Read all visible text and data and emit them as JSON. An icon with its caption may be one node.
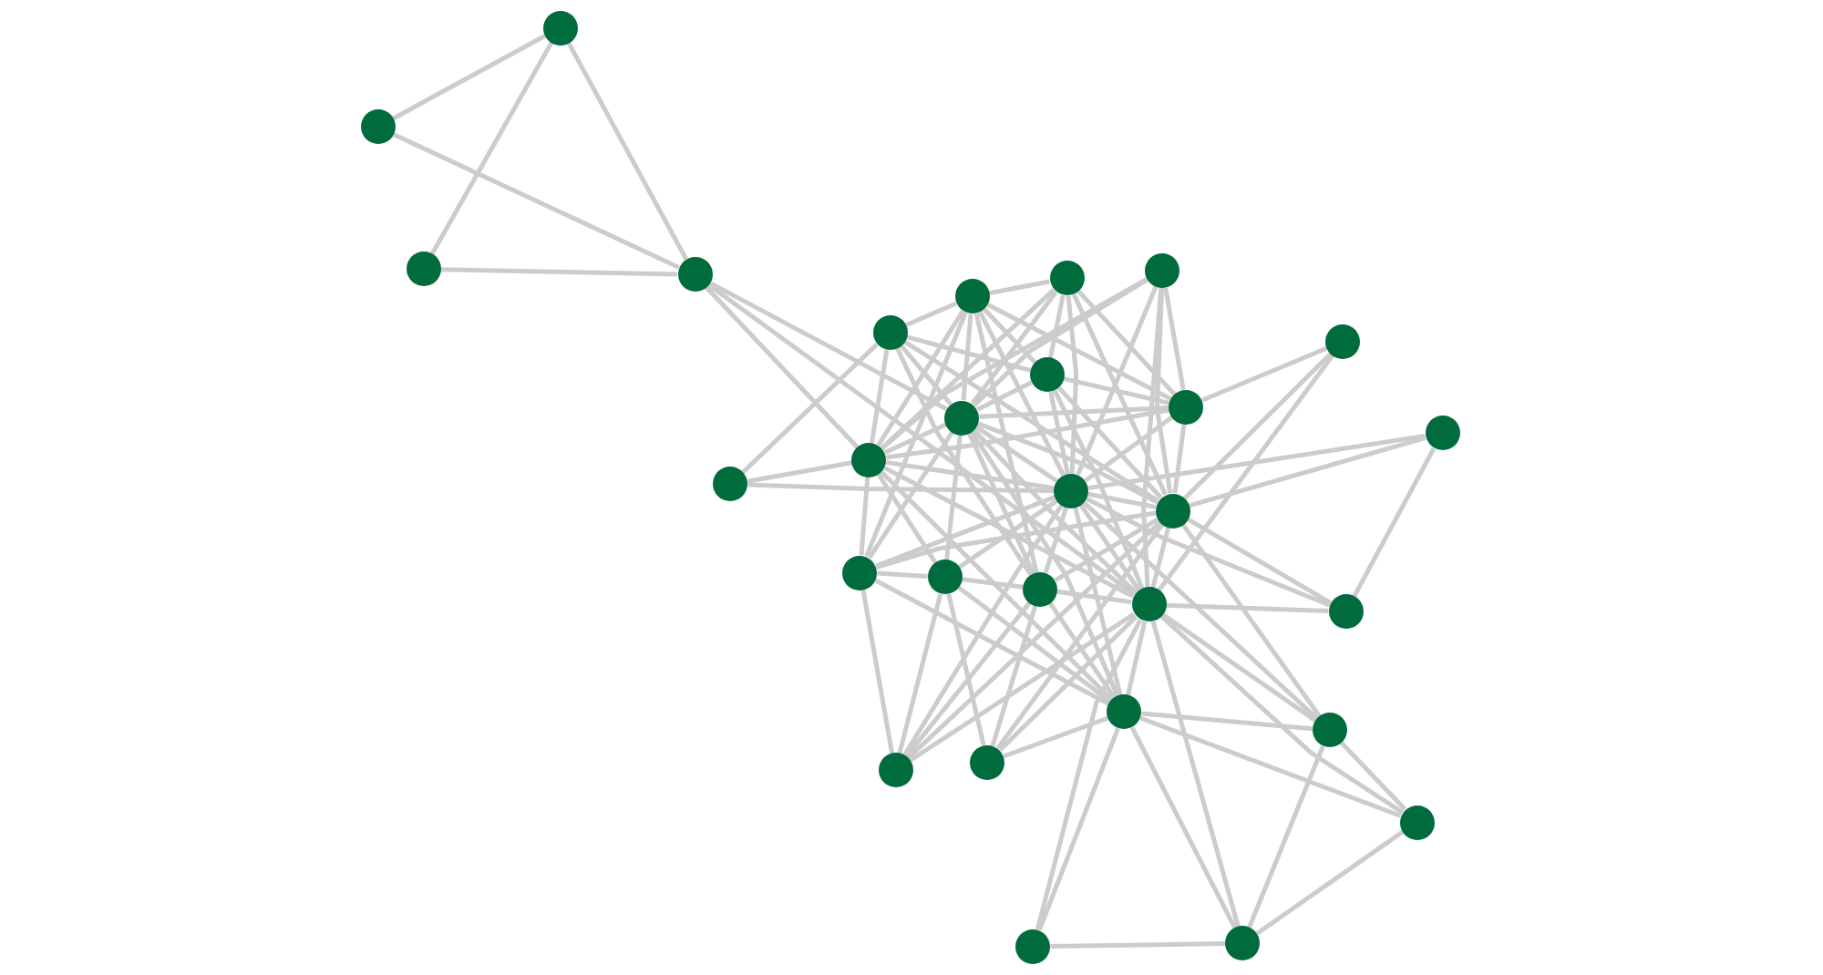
{
  "diagram": {
    "nodes": [
      {
        "text": [],
        "shape": "circle"
      },
      {
        "text": [],
        "shape": "circle"
      },
      {
        "text": [],
        "shape": "circle"
      },
      {
        "text": [],
        "shape": "circle"
      },
      {
        "text": [],
        "shape": "circle"
      },
      {
        "text": [],
        "shape": "circle"
      },
      {
        "text": [],
        "shape": "circle"
      },
      {
        "text": [],
        "shape": "circle"
      },
      {
        "text": [],
        "shape": "circle"
      },
      {
        "text": [],
        "shape": "circle"
      },
      {
        "text": [],
        "shape": "circle"
      },
      {
        "text": [],
        "shape": "circle"
      },
      {
        "text": [],
        "shape": "circle"
      },
      {
        "text": [],
        "shape": "circle"
      },
      {
        "text": [],
        "shape": "circle"
      },
      {
        "text": [],
        "shape": "circle"
      },
      {
        "text": [],
        "shape": "circle"
      },
      {
        "text": [],
        "shape": "circle"
      },
      {
        "text": [],
        "shape": "circle"
      },
      {
        "text": [],
        "shape": "circle"
      },
      {
        "text": [],
        "shape": "circle"
      },
      {
        "text": [],
        "shape": "circle"
      },
      {
        "text": [],
        "shape": "circle"
      },
      {
        "text": [],
        "shape": "circle"
      },
      {
        "text": [],
        "shape": "circle"
      },
      {
        "text": [],
        "shape": "circle"
      },
      {
        "text": [],
        "shape": "circle"
      },
      {
        "text": [],
        "shape": "circle"
      },
      {
        "text": [],
        "shape": "circle"
      }
    ],
    "edges": [
      {
        "from": 0,
        "to": 1,
        "arrow": "none"
      },
      {
        "from": 0,
        "to": 2,
        "arrow": "none"
      },
      {
        "from": 0,
        "to": 3,
        "arrow": "none"
      },
      {
        "from": 1,
        "to": 3,
        "arrow": "none"
      },
      {
        "from": 2,
        "to": 3,
        "arrow": "none"
      },
      {
        "from": 3,
        "to": 14,
        "arrow": "none"
      },
      {
        "from": 3,
        "to": 11,
        "arrow": "none"
      },
      {
        "from": 3,
        "to": 20,
        "arrow": "none"
      },
      {
        "from": 4,
        "to": 13,
        "arrow": "none"
      },
      {
        "from": 13,
        "to": 14,
        "arrow": "none"
      },
      {
        "from": 13,
        "to": 15,
        "arrow": "none"
      },
      {
        "from": 4,
        "to": 5,
        "arrow": "none"
      },
      {
        "from": 4,
        "to": 14,
        "arrow": "none"
      },
      {
        "from": 4,
        "to": 11,
        "arrow": "none"
      },
      {
        "from": 4,
        "to": 19,
        "arrow": "none"
      },
      {
        "from": 4,
        "to": 16,
        "arrow": "none"
      },
      {
        "from": 4,
        "to": 9,
        "arrow": "none"
      },
      {
        "from": 5,
        "to": 6,
        "arrow": "none"
      },
      {
        "from": 5,
        "to": 11,
        "arrow": "none"
      },
      {
        "from": 5,
        "to": 14,
        "arrow": "none"
      },
      {
        "from": 5,
        "to": 15,
        "arrow": "none"
      },
      {
        "from": 5,
        "to": 10,
        "arrow": "none"
      },
      {
        "from": 5,
        "to": 19,
        "arrow": "none"
      },
      {
        "from": 5,
        "to": 9,
        "arrow": "none"
      },
      {
        "from": 5,
        "to": 17,
        "arrow": "none"
      },
      {
        "from": 6,
        "to": 9,
        "arrow": "none"
      },
      {
        "from": 6,
        "to": 11,
        "arrow": "none"
      },
      {
        "from": 6,
        "to": 14,
        "arrow": "none"
      },
      {
        "from": 6,
        "to": 15,
        "arrow": "none"
      },
      {
        "from": 6,
        "to": 16,
        "arrow": "none"
      },
      {
        "from": 6,
        "to": 10,
        "arrow": "none"
      },
      {
        "from": 7,
        "to": 10,
        "arrow": "none"
      },
      {
        "from": 7,
        "to": 16,
        "arrow": "none"
      },
      {
        "from": 7,
        "to": 15,
        "arrow": "none"
      },
      {
        "from": 7,
        "to": 11,
        "arrow": "none"
      },
      {
        "from": 7,
        "to": 14,
        "arrow": "none"
      },
      {
        "from": 7,
        "to": 20,
        "arrow": "none"
      },
      {
        "from": 8,
        "to": 10,
        "arrow": "none"
      },
      {
        "from": 8,
        "to": 16,
        "arrow": "none"
      },
      {
        "from": 8,
        "to": 20,
        "arrow": "none"
      },
      {
        "from": 9,
        "to": 10,
        "arrow": "none"
      },
      {
        "from": 9,
        "to": 11,
        "arrow": "none"
      },
      {
        "from": 9,
        "to": 15,
        "arrow": "none"
      },
      {
        "from": 9,
        "to": 16,
        "arrow": "none"
      },
      {
        "from": 9,
        "to": 20,
        "arrow": "none"
      },
      {
        "from": 10,
        "to": 11,
        "arrow": "none"
      },
      {
        "from": 10,
        "to": 14,
        "arrow": "none"
      },
      {
        "from": 10,
        "to": 15,
        "arrow": "none"
      },
      {
        "from": 10,
        "to": 16,
        "arrow": "none"
      },
      {
        "from": 11,
        "to": 14,
        "arrow": "none"
      },
      {
        "from": 11,
        "to": 15,
        "arrow": "none"
      },
      {
        "from": 11,
        "to": 16,
        "arrow": "none"
      },
      {
        "from": 11,
        "to": 17,
        "arrow": "none"
      },
      {
        "from": 11,
        "to": 18,
        "arrow": "none"
      },
      {
        "from": 11,
        "to": 19,
        "arrow": "none"
      },
      {
        "from": 11,
        "to": 20,
        "arrow": "none"
      },
      {
        "from": 11,
        "to": 22,
        "arrow": "none"
      },
      {
        "from": 12,
        "to": 15,
        "arrow": "none"
      },
      {
        "from": 12,
        "to": 16,
        "arrow": "none"
      },
      {
        "from": 12,
        "to": 21,
        "arrow": "none"
      },
      {
        "from": 14,
        "to": 15,
        "arrow": "none"
      },
      {
        "from": 14,
        "to": 17,
        "arrow": "none"
      },
      {
        "from": 14,
        "to": 18,
        "arrow": "none"
      },
      {
        "from": 14,
        "to": 20,
        "arrow": "none"
      },
      {
        "from": 14,
        "to": 22,
        "arrow": "none"
      },
      {
        "from": 15,
        "to": 16,
        "arrow": "none"
      },
      {
        "from": 15,
        "to": 17,
        "arrow": "none"
      },
      {
        "from": 15,
        "to": 18,
        "arrow": "none"
      },
      {
        "from": 15,
        "to": 19,
        "arrow": "none"
      },
      {
        "from": 15,
        "to": 20,
        "arrow": "none"
      },
      {
        "from": 15,
        "to": 21,
        "arrow": "none"
      },
      {
        "from": 15,
        "to": 22,
        "arrow": "none"
      },
      {
        "from": 15,
        "to": 23,
        "arrow": "none"
      },
      {
        "from": 15,
        "to": 24,
        "arrow": "none"
      },
      {
        "from": 16,
        "to": 17,
        "arrow": "none"
      },
      {
        "from": 16,
        "to": 19,
        "arrow": "none"
      },
      {
        "from": 16,
        "to": 20,
        "arrow": "none"
      },
      {
        "from": 16,
        "to": 21,
        "arrow": "none"
      },
      {
        "from": 16,
        "to": 23,
        "arrow": "none"
      },
      {
        "from": 16,
        "to": 24,
        "arrow": "none"
      },
      {
        "from": 16,
        "to": 25,
        "arrow": "none"
      },
      {
        "from": 17,
        "to": 18,
        "arrow": "none"
      },
      {
        "from": 17,
        "to": 22,
        "arrow": "none"
      },
      {
        "from": 17,
        "to": 24,
        "arrow": "none"
      },
      {
        "from": 18,
        "to": 19,
        "arrow": "none"
      },
      {
        "from": 18,
        "to": 22,
        "arrow": "none"
      },
      {
        "from": 18,
        "to": 24,
        "arrow": "none"
      },
      {
        "from": 18,
        "to": 25,
        "arrow": "none"
      },
      {
        "from": 19,
        "to": 20,
        "arrow": "none"
      },
      {
        "from": 19,
        "to": 22,
        "arrow": "none"
      },
      {
        "from": 19,
        "to": 24,
        "arrow": "none"
      },
      {
        "from": 19,
        "to": 25,
        "arrow": "none"
      },
      {
        "from": 20,
        "to": 21,
        "arrow": "none"
      },
      {
        "from": 20,
        "to": 22,
        "arrow": "none"
      },
      {
        "from": 20,
        "to": 23,
        "arrow": "none"
      },
      {
        "from": 20,
        "to": 24,
        "arrow": "none"
      },
      {
        "from": 20,
        "to": 25,
        "arrow": "none"
      },
      {
        "from": 20,
        "to": 26,
        "arrow": "none"
      },
      {
        "from": 20,
        "to": 27,
        "arrow": "none"
      },
      {
        "from": 20,
        "to": 28,
        "arrow": "none"
      },
      {
        "from": 22,
        "to": 23,
        "arrow": "none"
      },
      {
        "from": 22,
        "to": 25,
        "arrow": "none"
      },
      {
        "from": 22,
        "to": 26,
        "arrow": "none"
      },
      {
        "from": 22,
        "to": 27,
        "arrow": "none"
      },
      {
        "from": 22,
        "to": 28,
        "arrow": "none"
      },
      {
        "from": 23,
        "to": 26,
        "arrow": "none"
      },
      {
        "from": 23,
        "to": 28,
        "arrow": "none"
      },
      {
        "from": 26,
        "to": 28,
        "arrow": "none"
      },
      {
        "from": 27,
        "to": 28,
        "arrow": "none"
      }
    ]
  }
}
